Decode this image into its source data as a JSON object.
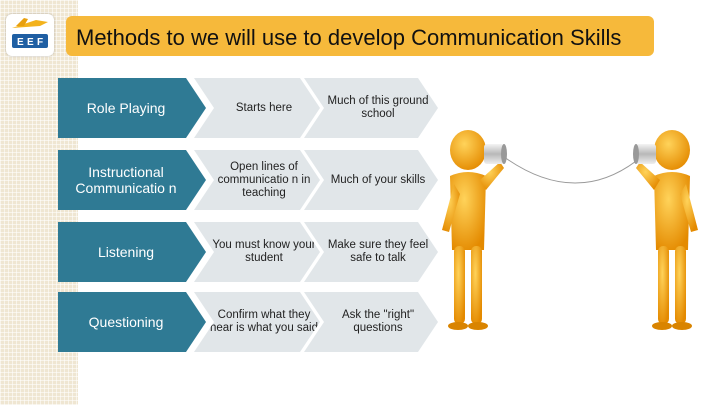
{
  "slide": {
    "title": "Methods to we will use to develop Communication Skills",
    "colors": {
      "title_bar": "#f6b93b",
      "chevron_primary": "#2f7a94",
      "chevron_secondary": "#e1e6e9",
      "figure": "#f5a200"
    }
  },
  "logo": {
    "letters": [
      "E",
      "E",
      "F"
    ],
    "icon": "plane-logo-icon"
  },
  "methods": [
    {
      "method": "Role Playing",
      "step1": "Starts here",
      "step2": "Much of this ground school"
    },
    {
      "method": "Instructional Communicatio n",
      "step1": "Open lines of communicatio n in teaching",
      "step2": "Much of your skills"
    },
    {
      "method": "Listening",
      "step1": "You must know your student",
      "step2": "Make sure they feel safe to talk"
    },
    {
      "method": "Questioning",
      "step1": "Confirm what they hear is what you said",
      "step2": "Ask the \"right\" questions"
    }
  ],
  "illustration": {
    "icon": "tin-can-telephone-icon"
  }
}
